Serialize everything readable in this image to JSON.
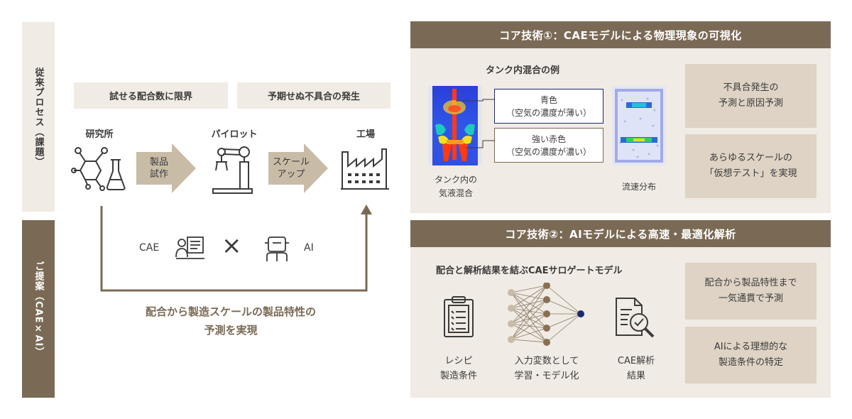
{
  "left": {
    "conventional_label": "従来プロセス（課題）",
    "proposal_label": "ご提案（CAE×AI）",
    "issue1": "試せる配合数に限界",
    "issue2": "予期せぬ不具合の発生",
    "stage_lab": "研究所",
    "stage_pilot": "パイロット",
    "stage_factory": "工場",
    "arrow1": [
      "製品",
      "試作"
    ],
    "arrow2": [
      "スケール",
      "アップ"
    ],
    "cae_label": "CAE",
    "ai_label": "AI",
    "times_symbol": "×",
    "result": [
      "配合から製造スケールの製品特性の",
      "予測を実現"
    ]
  },
  "core1": {
    "header": "コア技術①：CAEモデルによる物理現象の可視化",
    "subtitle": "タンク内混合の例",
    "legend_blue": [
      "青色",
      "（空気の濃度が薄い）"
    ],
    "legend_red": [
      "強い赤色",
      "（空気の濃度が濃い）"
    ],
    "caption_left": [
      "タンク内の",
      "気液混合"
    ],
    "caption_right": "流速分布",
    "box1": [
      "不具合発生の",
      "予測と原因予測"
    ],
    "box2": [
      "あらゆるスケールの",
      "「仮想テスト」を実現"
    ]
  },
  "core2": {
    "header": "コア技術②：AIモデルによる高速・最適化解析",
    "subtitle": "配合と解析結果を結ぶCAEサロゲートモデル",
    "cap_recipe": [
      "レシピ",
      "製造条件"
    ],
    "cap_learn": [
      "入力変数として",
      "学習・モデル化"
    ],
    "cap_cae": [
      "CAE解析",
      "結果"
    ],
    "box1": [
      "配合から製品特性まで",
      "一気通貫で予測"
    ],
    "box2": [
      "AIによる理想的な",
      "製造条件の特定"
    ]
  },
  "colors": {
    "brown_dark": "#7a6a55",
    "beige_light": "#f0ebe4",
    "beige_box": "#ded3c4",
    "arrow_tan": "#c9bca7",
    "navy": "#1b2a6b"
  }
}
